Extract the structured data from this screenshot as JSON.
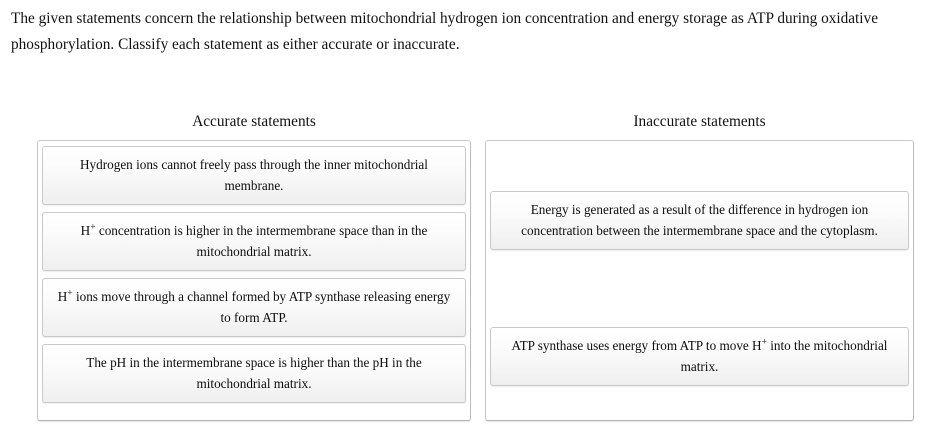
{
  "prompt": "The given statements concern the relationship between mitochondrial hydrogen ion concentration and energy storage as ATP during oxidative phosphorylation. Classify each statement as either accurate or inaccurate.",
  "columns": {
    "accurate": {
      "title": "Accurate statements",
      "cards": [
        {
          "line1_pre": "Hydrogen ions cannot freely pass through the inner",
          "line2": "mitochondrial membrane."
        },
        {
          "prefix": "H",
          "sup": "+",
          "line1_post": " concentration is higher in the intermembrane space than in the",
          "line2": "mitochondrial matrix."
        },
        {
          "prefix": "H",
          "sup": "+",
          "line1_post": " ions move through a channel formed by ATP synthase releasing",
          "line2": "energy to form ATP."
        },
        {
          "line1_pre": "The pH in the intermembrane space is higher than the pH in the",
          "line2": "mitochondrial matrix."
        }
      ]
    },
    "inaccurate": {
      "title": "Inaccurate statements",
      "cards": [
        {
          "line1_pre": "Energy is generated as a result of the difference in hydrogen ion",
          "line2": "concentration between the intermembrane space and the cytoplasm."
        },
        {
          "line1_pre": "ATP synthase uses energy from ATP to move H",
          "sup": "+",
          "line1_post": " into the",
          "line2": "mitochondrial matrix."
        }
      ]
    }
  },
  "colors": {
    "text": "#0d0d0d",
    "card_border": "#c9c9c9",
    "zone_border": "#c8c8c8",
    "background": "#ffffff"
  }
}
